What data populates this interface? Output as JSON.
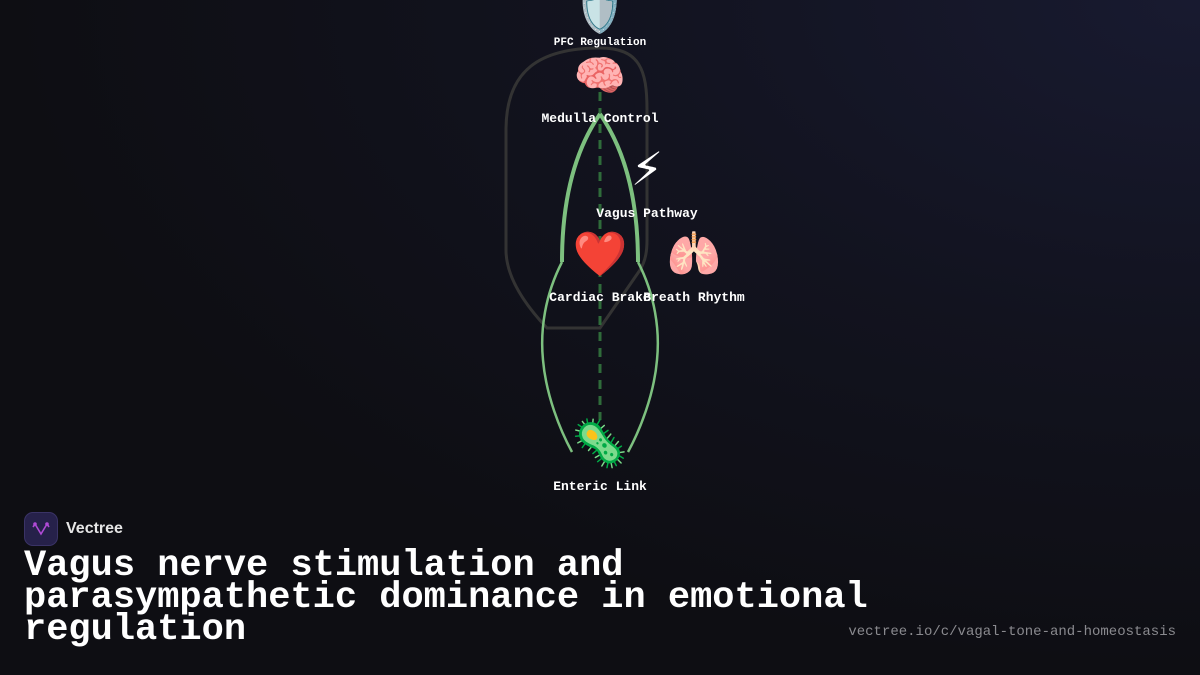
{
  "nodes": [
    {
      "label": "PFC Regulation",
      "icon": "shield-icon",
      "glyph": "🛡️"
    },
    {
      "label": "Medulla Control",
      "icon": "brain-icon",
      "glyph": "🧠"
    },
    {
      "label": "Vagus Pathway",
      "icon": "lightning-icon",
      "glyph": "⚡"
    },
    {
      "label": "Cardiac Brake",
      "icon": "heart-icon",
      "glyph": "❤️"
    },
    {
      "label": "Breath Rhythm",
      "icon": "lungs-icon",
      "glyph": "🫁"
    },
    {
      "label": "Enteric Link",
      "icon": "microbe-icon",
      "glyph": "🦠"
    }
  ],
  "colors": {
    "nerve": "#7dc07f",
    "dashed": "#2f6b3a",
    "outline": "#333333",
    "logo": "#b04ad6"
  },
  "brand": {
    "name": "Vectree"
  },
  "title": "Vagus nerve stimulation and parasympathetic dominance in emotional regulation",
  "url": "vectree.io/c/vagal-tone-and-homeostasis"
}
